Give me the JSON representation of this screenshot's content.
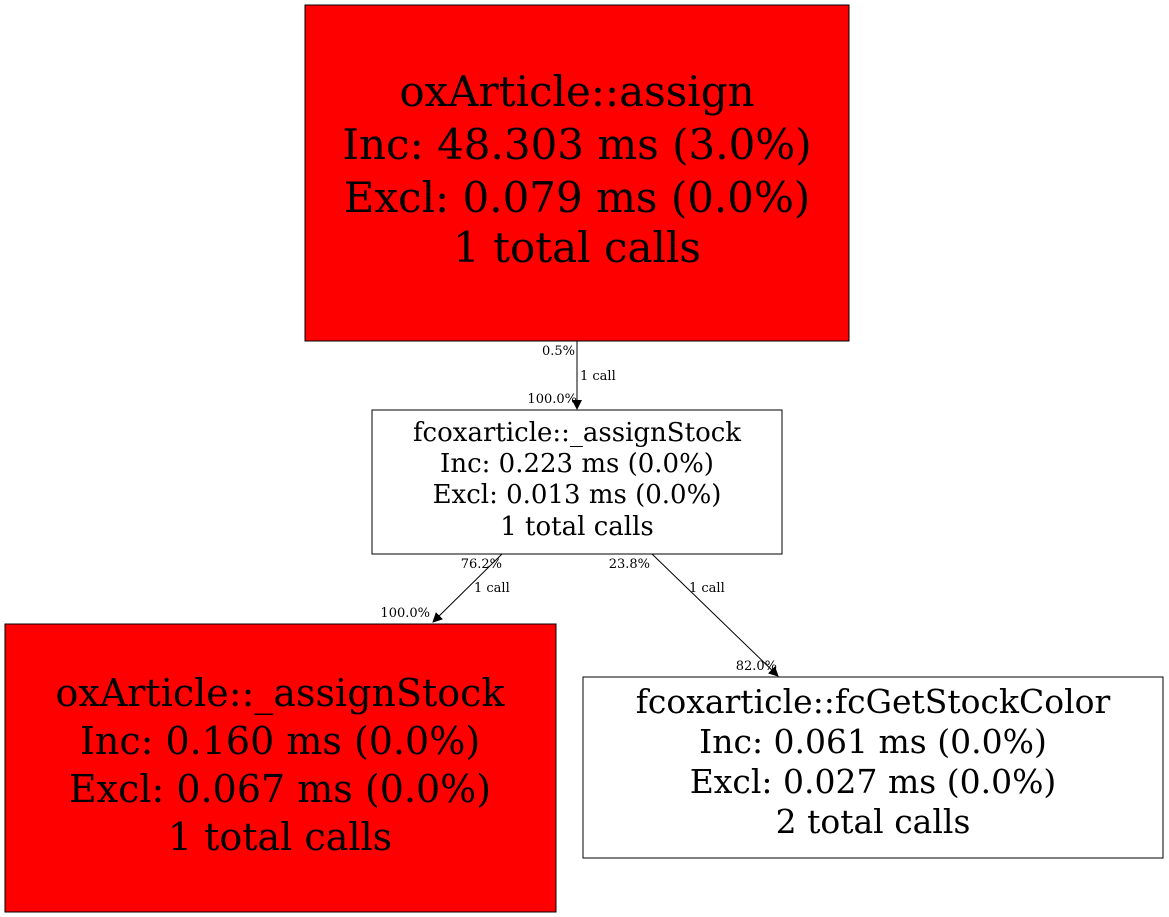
{
  "graph": {
    "colors": {
      "hot": "#ff0000",
      "normal": "#ffffff",
      "stroke": "#000000"
    },
    "nodes": [
      {
        "id": "n1",
        "lines": [
          "oxArticle::assign",
          "Inc: 48.303 ms (3.0%)",
          "Excl: 0.079 ms (0.0%)",
          "1 total calls"
        ],
        "hot": true
      },
      {
        "id": "n2",
        "lines": [
          "fcoxarticle::_assignStock",
          "Inc: 0.223 ms (0.0%)",
          "Excl: 0.013 ms (0.0%)",
          "1 total calls"
        ],
        "hot": false
      },
      {
        "id": "n3",
        "lines": [
          "oxArticle::_assignStock",
          "Inc: 0.160 ms (0.0%)",
          "Excl: 0.067 ms (0.0%)",
          "1 total calls"
        ],
        "hot": true
      },
      {
        "id": "n4",
        "lines": [
          "fcoxarticle::fcGetStockColor",
          "Inc: 0.061 ms (0.0%)",
          "Excl: 0.027 ms (0.0%)",
          "2 total calls"
        ],
        "hot": false
      }
    ],
    "edges": [
      {
        "from": "n1",
        "to": "n2",
        "tail_label": "0.5%",
        "label": "1 call",
        "head_label": "100.0%"
      },
      {
        "from": "n2",
        "to": "n3",
        "tail_label": "76.2%",
        "label": "1 call",
        "head_label": "100.0%"
      },
      {
        "from": "n2",
        "to": "n4",
        "tail_label": "23.8%",
        "label": "1 call",
        "head_label": "82.0%"
      }
    ]
  }
}
